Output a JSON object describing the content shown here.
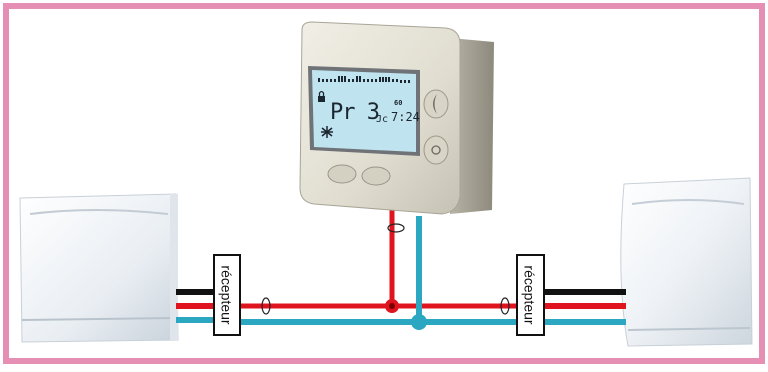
{
  "diagram": {
    "frame_color": "#e58fb4",
    "wire_colors": {
      "live": "#e0141e",
      "neutral": "#2ba7c2",
      "pilot": "#111111"
    },
    "receivers": [
      {
        "label": "récepteur"
      },
      {
        "label": "récepteur"
      }
    ],
    "thermostat": {
      "display_program": "Pr 3",
      "display_time": "7:24",
      "display_day": "Jc",
      "display_level": "60",
      "side_icons": [
        "moon-icon",
        "sun-icon"
      ],
      "lcd_color": "#bfe3ef"
    },
    "heaters": [
      "heater-left",
      "heater-right"
    ]
  }
}
